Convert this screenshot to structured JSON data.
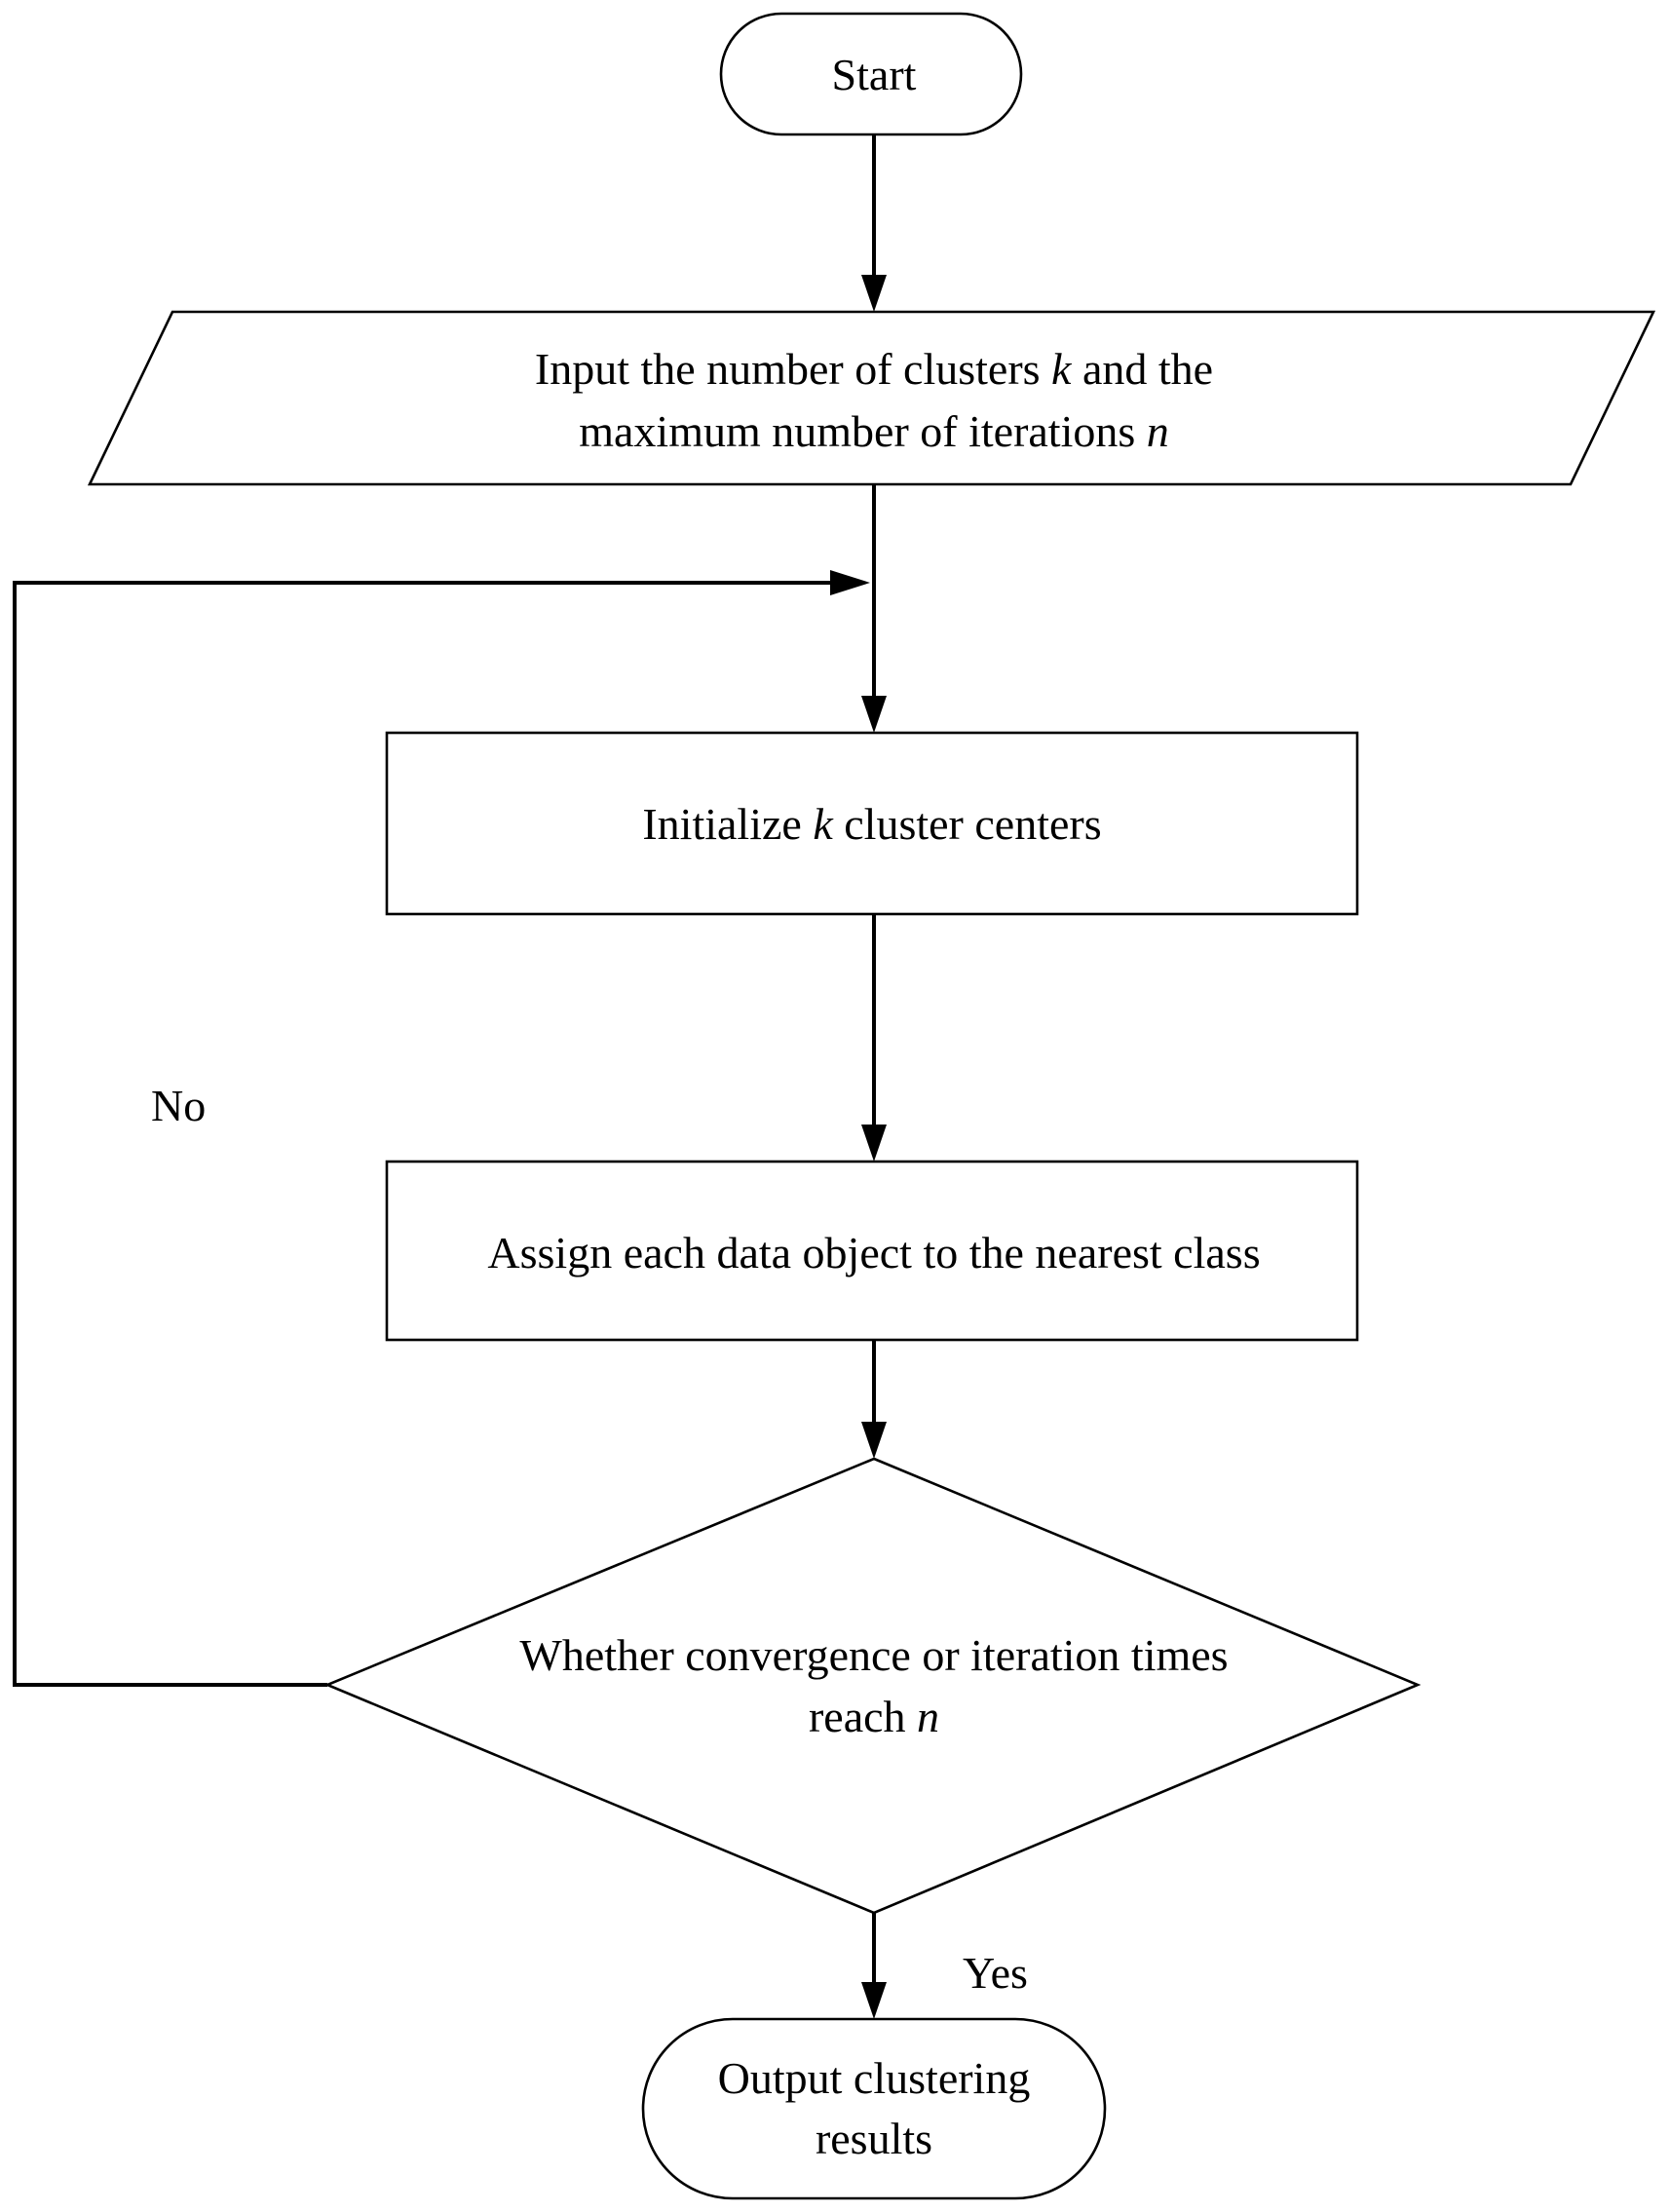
{
  "nodes": {
    "start": {
      "text": "Start"
    },
    "input": {
      "line1_pre": "Input the number of clusters ",
      "line1_var": "k",
      "line1_post": " and the",
      "line2_pre": "maximum number of iterations ",
      "line2_var": "n"
    },
    "init": {
      "pre": "Initialize ",
      "var": "k",
      "post": " cluster centers"
    },
    "assign": {
      "text": "Assign each data object to the nearest class"
    },
    "decision": {
      "line1": "Whether convergence or iteration times",
      "line2_pre": "reach ",
      "line2_var": "n"
    },
    "output": {
      "line1": "Output clustering",
      "line2": "results"
    }
  },
  "edges": {
    "no_label": "No",
    "yes_label": "Yes"
  },
  "colors": {
    "stroke": "#000000",
    "fill": "#ffffff",
    "text": "#000000"
  }
}
